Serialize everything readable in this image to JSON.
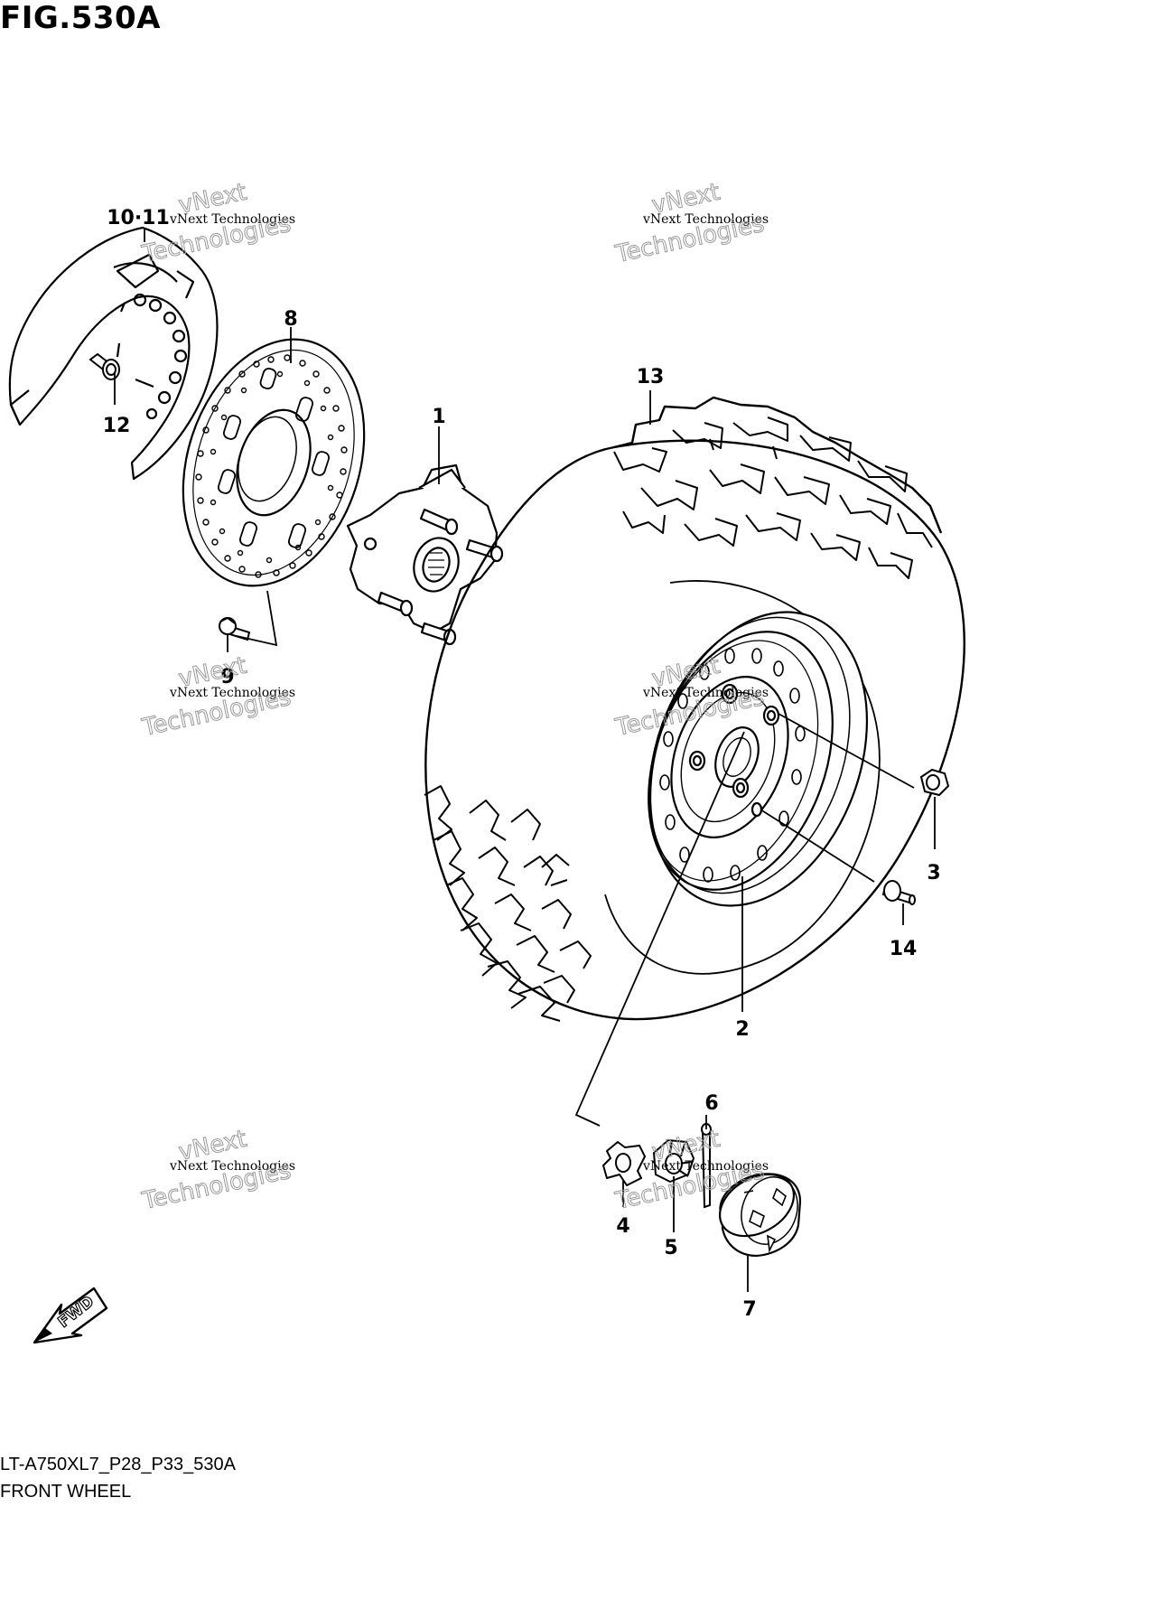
{
  "figure_title": "FIG.530A",
  "model_code": "LT-A750XL7_P28_P33_530A",
  "section_name": "FRONT WHEEL",
  "fwd_label": "FWD",
  "callouts": {
    "c1": "1",
    "c2": "2",
    "c3": "3",
    "c4": "4",
    "c5": "5",
    "c6": "6",
    "c7": "7",
    "c8": "8",
    "c9": "9",
    "c10_11": "10·11",
    "c12": "12",
    "c13": "13",
    "c14": "14"
  },
  "watermark": {
    "company": "vNext Technologies",
    "line1": "vNext",
    "line2": "Technologies"
  }
}
